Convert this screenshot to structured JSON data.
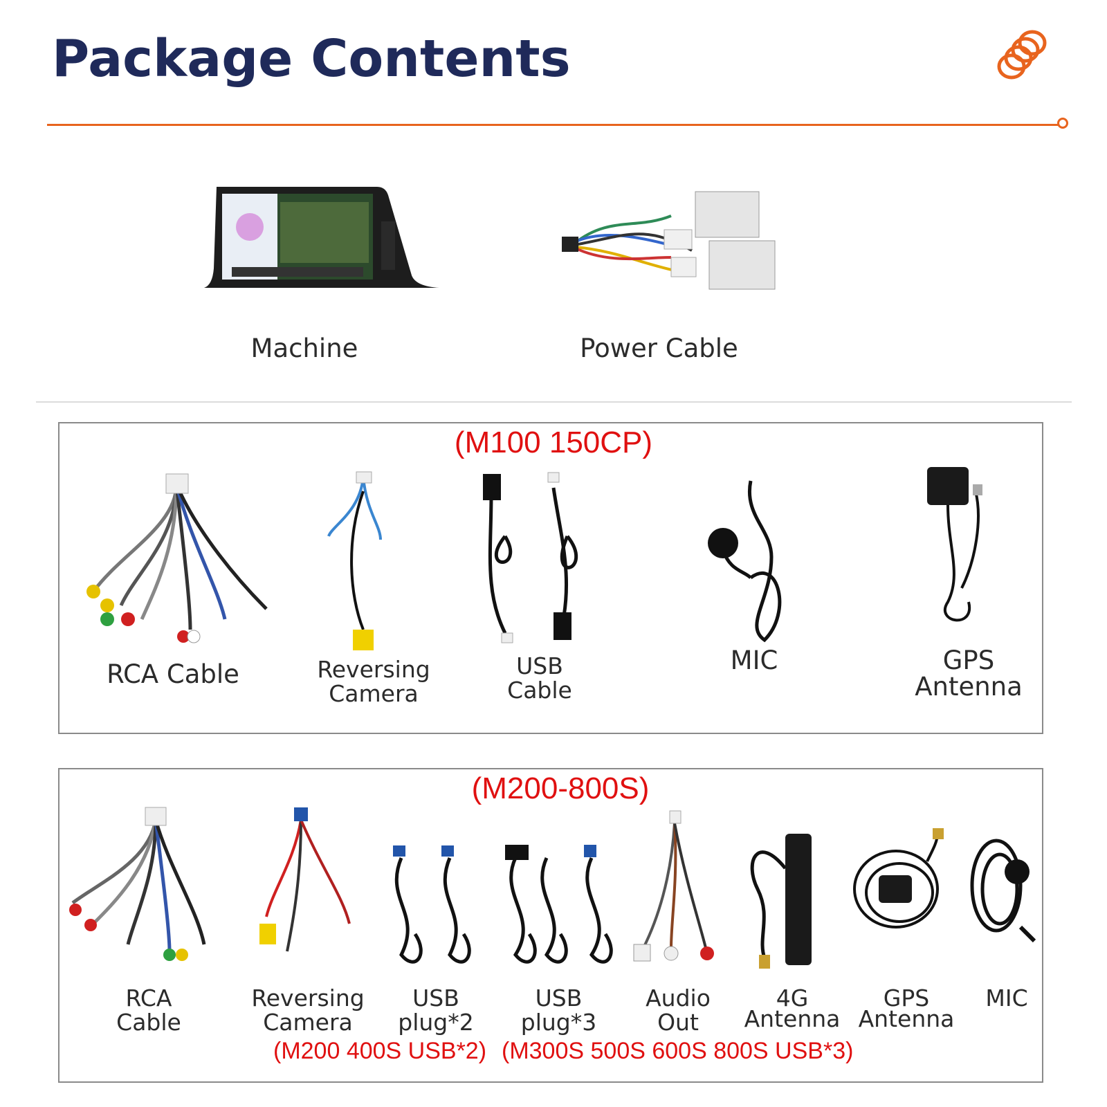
{
  "title": "Package Contents",
  "colors": {
    "accent": "#e8641e",
    "title": "#1f2a5a",
    "highlight": "#e01010"
  },
  "logo_icon": "orange-coil-logo-icon",
  "top_items": [
    {
      "label": "Machine",
      "icon": "head-unit-icon"
    },
    {
      "label": "Power Cable",
      "icon": "wiring-harness-icon"
    }
  ],
  "section1": {
    "heading": "(M100 150CP)",
    "items": [
      {
        "line1": "RCA Cable",
        "line2": "",
        "icon": "rca-cable-icon"
      },
      {
        "line1": "Reversing",
        "line2": "Camera",
        "icon": "reversing-camera-cable-icon"
      },
      {
        "line1": "USB",
        "line2": "Cable",
        "icon": "usb-cable-icon"
      },
      {
        "line1": "MIC",
        "line2": "",
        "icon": "microphone-icon"
      },
      {
        "line1": "GPS",
        "line2": "Antenna",
        "icon": "gps-antenna-icon"
      }
    ]
  },
  "section2": {
    "heading": "(M200-800S)",
    "items": [
      {
        "line1": "RCA",
        "line2": "Cable",
        "icon": "rca-cable-icon"
      },
      {
        "line1": "Reversing",
        "line2": "Camera",
        "icon": "reversing-camera-cable-icon"
      },
      {
        "line1": "USB",
        "line2": "plug*2",
        "icon": "usb-plug-2-icon"
      },
      {
        "line1": "USB",
        "line2": "plug*3",
        "icon": "usb-plug-3-icon"
      },
      {
        "line1": "Audio",
        "line2": "Out",
        "icon": "audio-out-cable-icon"
      },
      {
        "line1": "4G",
        "line2": "Antenna",
        "icon": "4g-antenna-icon"
      },
      {
        "line1": "GPS",
        "line2": "Antenna",
        "icon": "gps-antenna-icon"
      },
      {
        "line1": "MIC",
        "line2": "",
        "icon": "microphone-icon"
      }
    ],
    "note_left": "(M200 400S USB*2)",
    "note_right": "(M300S 500S 600S 800S USB*3)"
  }
}
